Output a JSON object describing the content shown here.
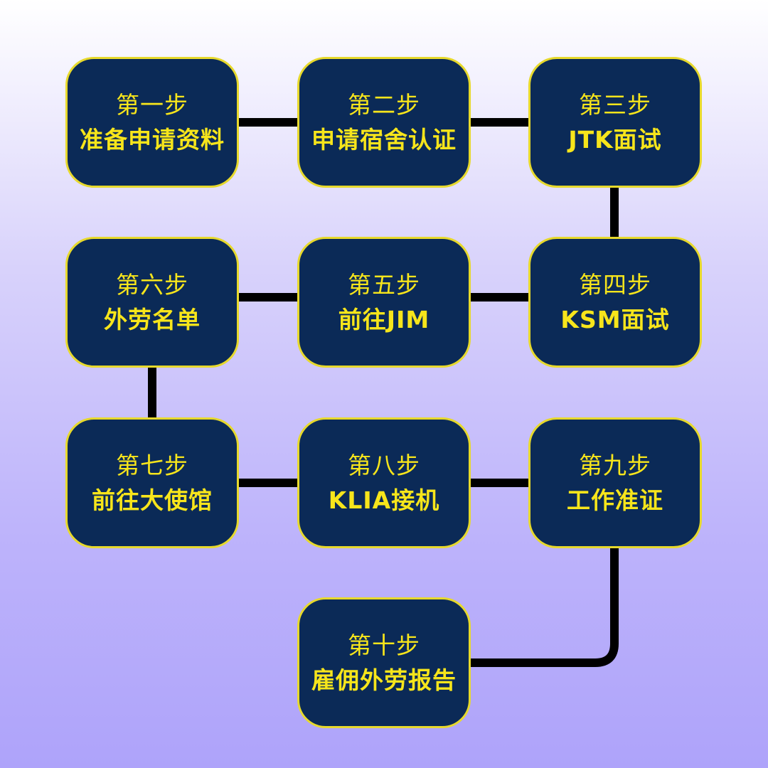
{
  "colors": {
    "box_fill": "#0b2a57",
    "box_border": "#e7d92c",
    "text": "#f7e51b",
    "connector": "#000000"
  },
  "steps": [
    {
      "num": "第一步",
      "text": "准备申请资料"
    },
    {
      "num": "第二步",
      "text": "申请宿舍认证"
    },
    {
      "num": "第三步",
      "text": "JTK面试"
    },
    {
      "num": "第四步",
      "text": "KSM面试"
    },
    {
      "num": "第五步",
      "text": "前往JIM"
    },
    {
      "num": "第六步",
      "text": "外劳名单"
    },
    {
      "num": "第七步",
      "text": "前往大使馆"
    },
    {
      "num": "第八步",
      "text": "KLIA接机"
    },
    {
      "num": "第九步",
      "text": "工作准证"
    },
    {
      "num": "第十步",
      "text": "雇佣外劳报告"
    }
  ]
}
